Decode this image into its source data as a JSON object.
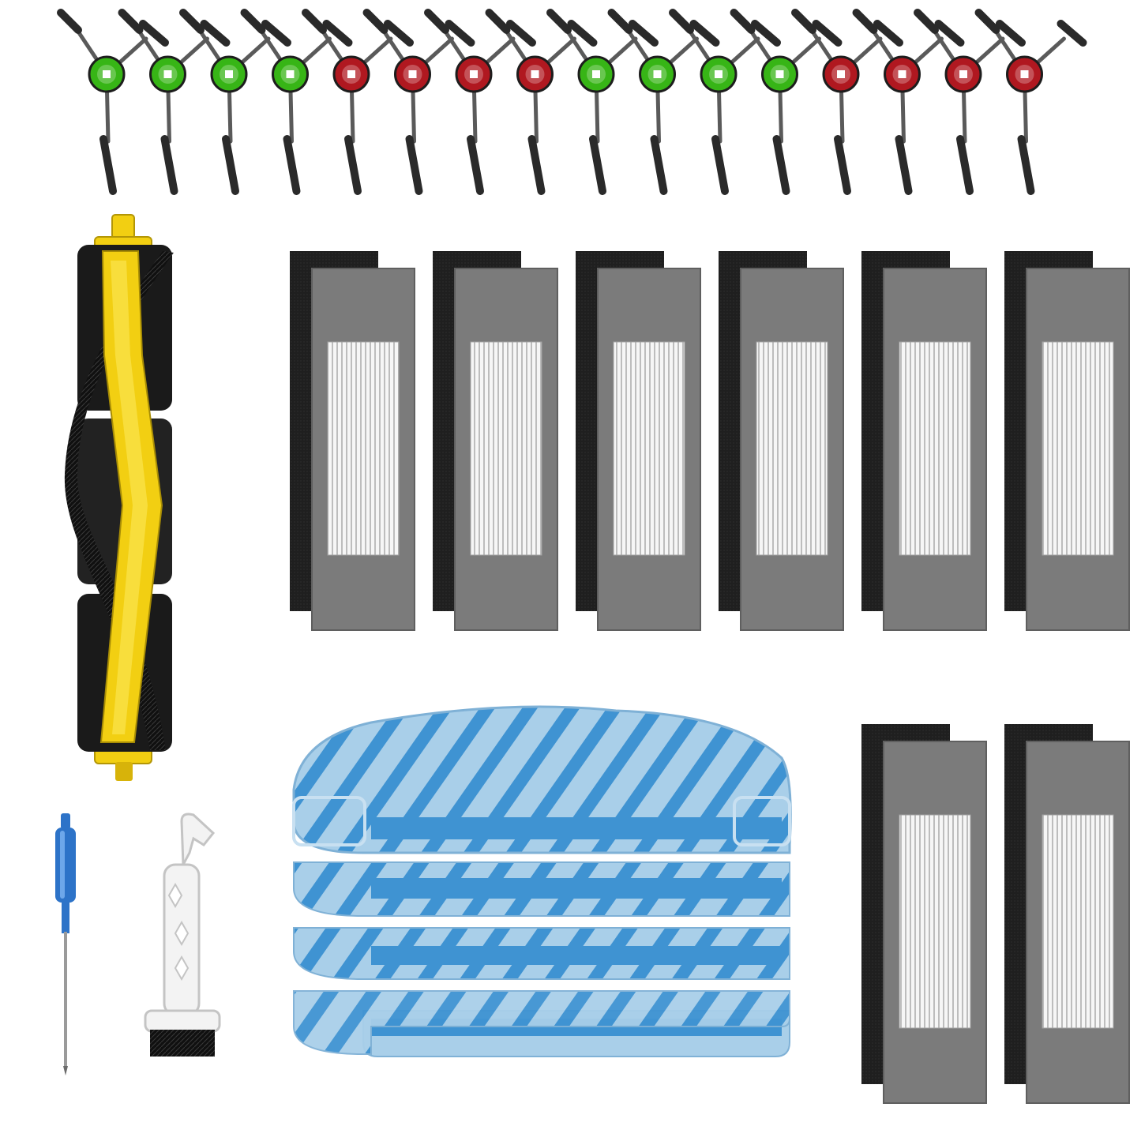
{
  "product": {
    "side_brushes": {
      "count": 16,
      "hub_colors": [
        "#37b516",
        "#37b516",
        "#37b516",
        "#37b516",
        "#b01820",
        "#b01820",
        "#b01820",
        "#b01820",
        "#37b516",
        "#37b516",
        "#37b516",
        "#37b516",
        "#b01820",
        "#b01820",
        "#b01820",
        "#b01820"
      ]
    },
    "main_brush": {
      "count": 1,
      "roller_color": "#f2cf12",
      "bristle_color": "#111111"
    },
    "hepa_filters": {
      "count": 8,
      "frame_color": "#7b7b7b",
      "sponge_color": "#1f1f1f"
    },
    "mop_pads": {
      "count": 4,
      "base_color": "#a9cfe9",
      "stripe_color": "#3f93d2"
    },
    "screwdriver": {
      "count": 1,
      "handle_color": "#2d73c8"
    },
    "cleaning_tool": {
      "count": 1,
      "color": "#f3f3f3"
    }
  }
}
